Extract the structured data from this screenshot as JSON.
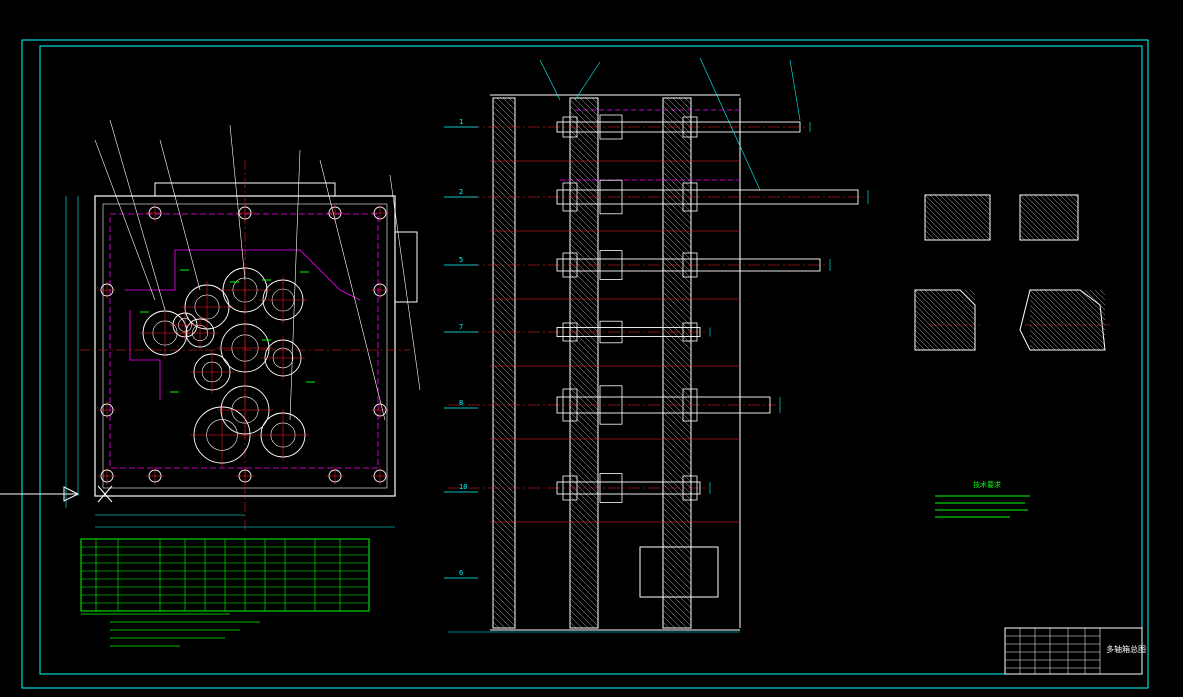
{
  "drawing": {
    "title_block": {
      "name": "多轴箱总图"
    },
    "notes": {
      "heading": "技术要求"
    },
    "row_markers": [
      "1",
      "2",
      "5",
      "7",
      "8",
      "10",
      "6"
    ],
    "colors": {
      "background": "#000000",
      "frame": "#00ffff",
      "geometry": "#ffffff",
      "centerline": "#ff2020",
      "dimension": "#00ffff",
      "hatch": "#ffffff",
      "table": "#00ff00",
      "hidden": "#ff00ff",
      "leader": "#00ffff"
    }
  }
}
